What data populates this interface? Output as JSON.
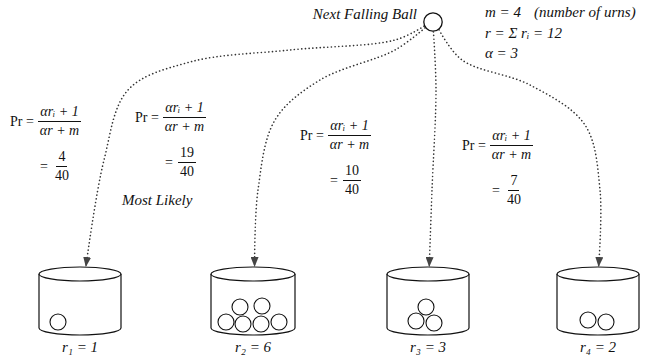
{
  "diagram": {
    "nodes": [
      {
        "text": [
          "Next Falling Ball"
        ]
      },
      {
        "text": [
          "r₁ = 1"
        ]
      },
      {
        "text": [
          "r₂ = 6"
        ]
      },
      {
        "text": [
          "r₃ = 3"
        ]
      },
      {
        "text": [
          "r₄ = 2"
        ]
      }
    ],
    "edges": [
      {
        "from": 0,
        "to": 1,
        "arrow": "to"
      },
      {
        "from": 0,
        "to": 2,
        "arrow": "to"
      },
      {
        "from": 0,
        "to": 3,
        "arrow": "to"
      },
      {
        "from": 0,
        "to": 4,
        "arrow": "to"
      }
    ],
    "labels": [
      "m = 4",
      "(number of urns)",
      "r = Σ rᵢ = 12",
      "α = 3",
      "Pr =",
      "αrᵢ + 1",
      "αr + m",
      "=",
      "4",
      "40",
      "Pr =",
      "αrᵢ + 1",
      "αr + m",
      "=",
      "19",
      "40",
      "Most Likely",
      "Pr =",
      "αrᵢ + 1",
      "αr + m",
      "=",
      "10",
      "40",
      "Pr =",
      "αrᵢ + 1",
      "αr + m",
      "=",
      "7",
      "40"
    ]
  }
}
